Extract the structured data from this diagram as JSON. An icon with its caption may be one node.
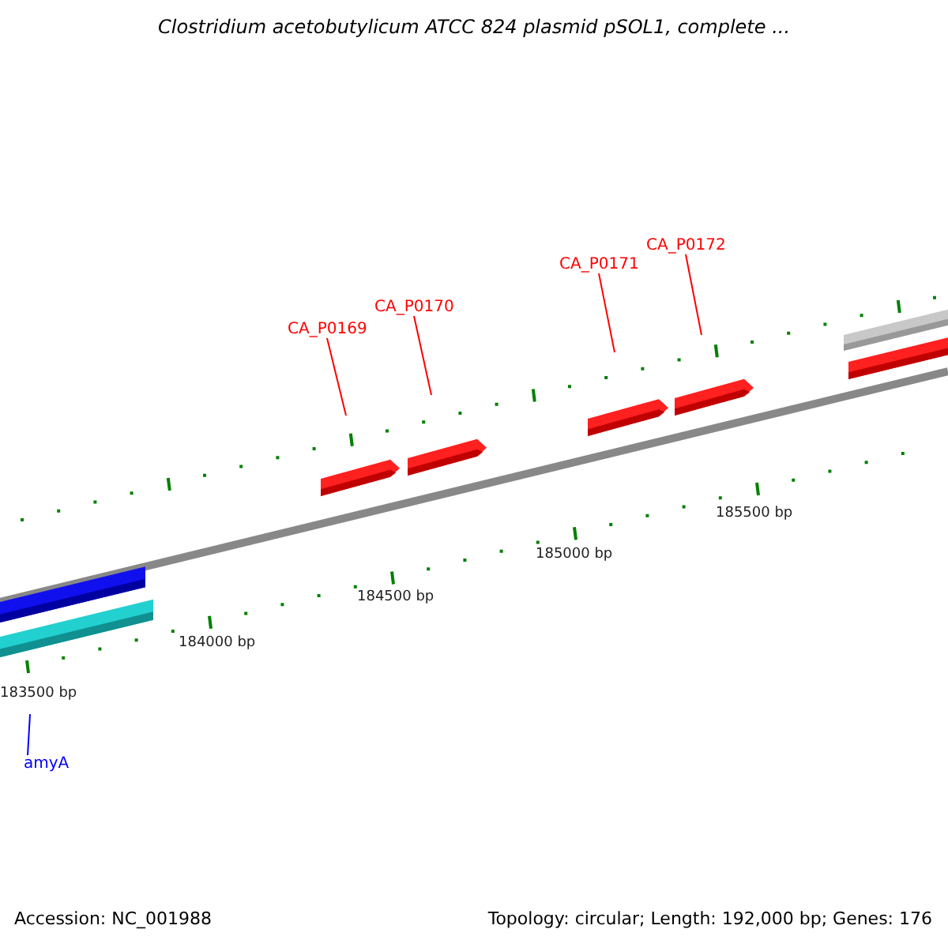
{
  "diagram": {
    "title": "Clostridium acetobutylicum ATCC 824 plasmid pSOL1, complete ...",
    "nodes": [
      {
        "text": [
          "CA_P0169"
        ]
      },
      {
        "text": [
          "CA_P0170"
        ]
      },
      {
        "text": [
          "CA_P0171"
        ]
      },
      {
        "text": [
          "CA_P0172"
        ]
      },
      {
        "text": [
          "amyA"
        ]
      }
    ],
    "edges": [
      {
        "from": 0,
        "to": null,
        "arrow": "none"
      },
      {
        "from": 1,
        "to": null,
        "arrow": "none"
      },
      {
        "from": 2,
        "to": null,
        "arrow": "none"
      },
      {
        "from": 3,
        "to": null,
        "arrow": "none"
      },
      {
        "from": 4,
        "to": null,
        "arrow": "none",
        "color": "#0000ff"
      }
    ],
    "labels": [
      "183500 bp",
      "184000 bp",
      "184500 bp",
      "185000 bp",
      "185500 bp",
      "Accession: NC_001988",
      "Topology: circular; Length: 192,000 bp; Genes: 176"
    ]
  }
}
